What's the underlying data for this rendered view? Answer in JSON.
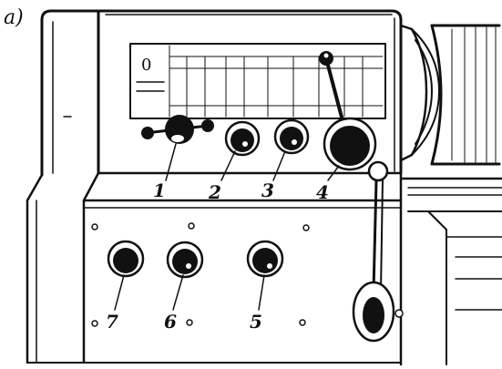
{
  "figure_label": "а)",
  "panel_dial_digit": "0",
  "knob_labels": {
    "k1": "1",
    "k2": "2",
    "k3": "3",
    "k4": "4",
    "k5": "5",
    "k6": "6",
    "k7": "7"
  },
  "colors": {
    "ink": "#111111",
    "paper": "#ffffff"
  },
  "icons": {
    "knob": "round-knob-icon",
    "lever": "lever-handle-icon",
    "screw": "screw-hole-icon"
  }
}
